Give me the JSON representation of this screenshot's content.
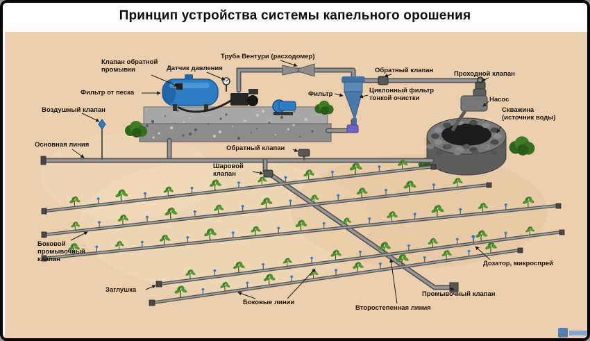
{
  "title": "Принцип устройства системы капельного орошения",
  "labels": {
    "backwash_valve": "Клапан обратной промывки",
    "pressure_sensor": "Датчик давления",
    "venturi": "Труба Вентури (расходомер)",
    "check_valve_top": "Обратный клапан",
    "pass_valve": "Проходной клапан",
    "sand_filter": "Фильтр от песка",
    "filter": "Фильтр",
    "cyclone_filter": "Циклонный фильтр тонкой очистки",
    "pump": "Насос",
    "air_valve": "Воздушный клапан",
    "well": "Скважина (источник воды)",
    "main_line": "Основная линия",
    "check_valve_mid": "Обратный клапан",
    "ball_valve": "Шаровой клапан",
    "side_flush_valve": "Боковой промывочный клапан",
    "plug": "Заглушка",
    "lateral_lines": "Боковые линии",
    "secondary_line": "Второстепенная линия",
    "flush_valve": "Промывочный клапан",
    "dispenser": "Дозатор, микроспрей"
  },
  "colors": {
    "background_soil": "#eccfae",
    "pipe_gray": "#8a8a8a",
    "tank_blue": "#2e7cc4",
    "plant_green": "#4c8f2f",
    "label_text": "#17120a"
  }
}
